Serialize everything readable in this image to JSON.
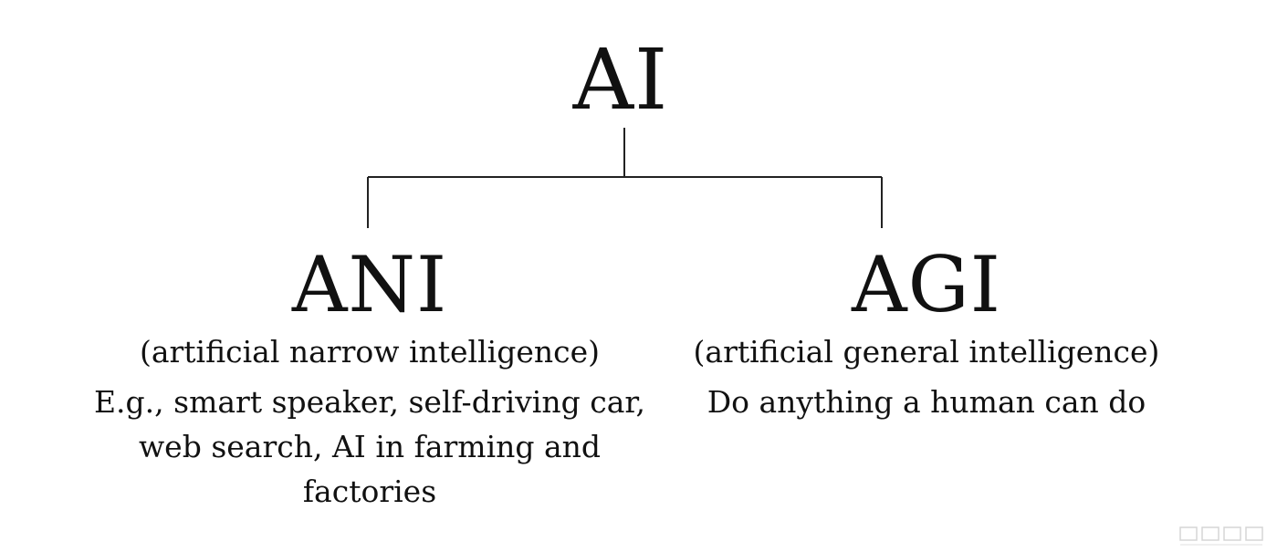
{
  "root": {
    "label": "AI"
  },
  "branches": [
    {
      "title": "ANI",
      "subtitle": "(artificial narrow intelligence)",
      "description": "E.g., smart speaker, self-driving car, web search, AI in farming and factories"
    },
    {
      "title": "AGI",
      "subtitle": "(artificial general intelligence)",
      "description": "Do anything a human can do"
    }
  ],
  "colors": {
    "text": "#111111",
    "lines": "#222222",
    "background": "#ffffff"
  }
}
